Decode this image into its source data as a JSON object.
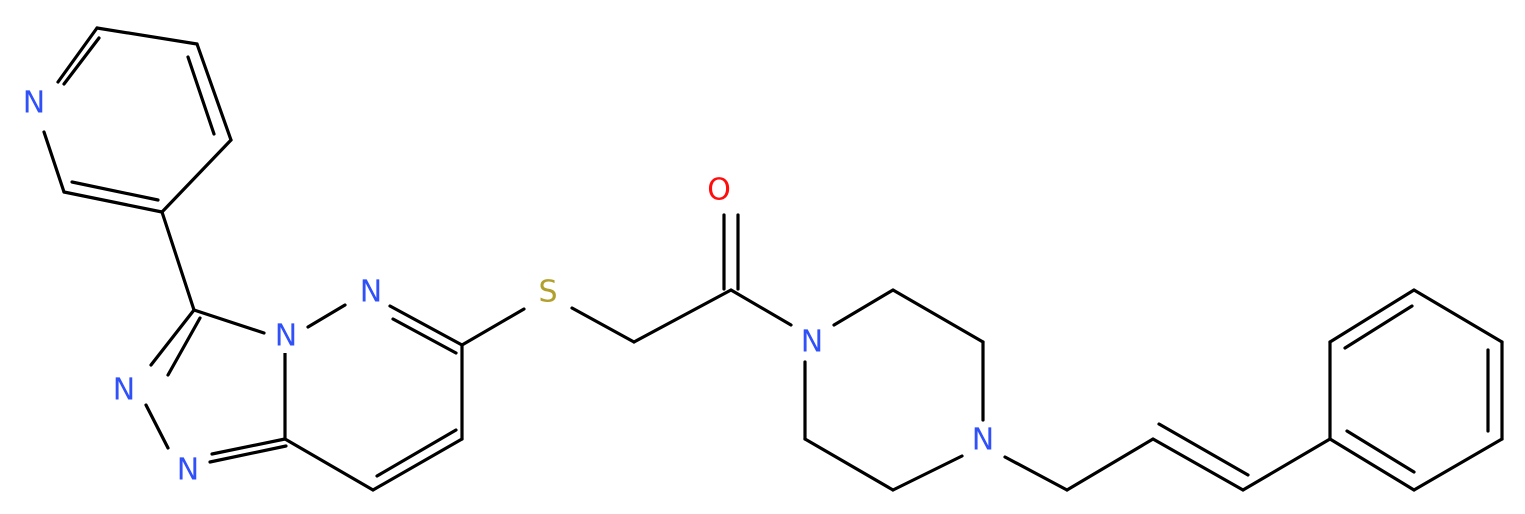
{
  "colors": {
    "background": "#ffffff",
    "bond": "#000000",
    "nitrogen": "#3050f8",
    "oxygen": "#ff0d0d",
    "sulfur": "#b2a02d"
  },
  "atoms": [
    {
      "label": "N",
      "element": "nitrogen"
    },
    {
      "label": "N",
      "element": "nitrogen"
    },
    {
      "label": "N",
      "element": "nitrogen"
    },
    {
      "label": "N",
      "element": "nitrogen"
    },
    {
      "label": "N",
      "element": "nitrogen"
    },
    {
      "label": "S",
      "element": "sulfur"
    },
    {
      "label": "O",
      "element": "oxygen"
    },
    {
      "label": "N",
      "element": "nitrogen"
    },
    {
      "label": "N",
      "element": "nitrogen"
    }
  ]
}
